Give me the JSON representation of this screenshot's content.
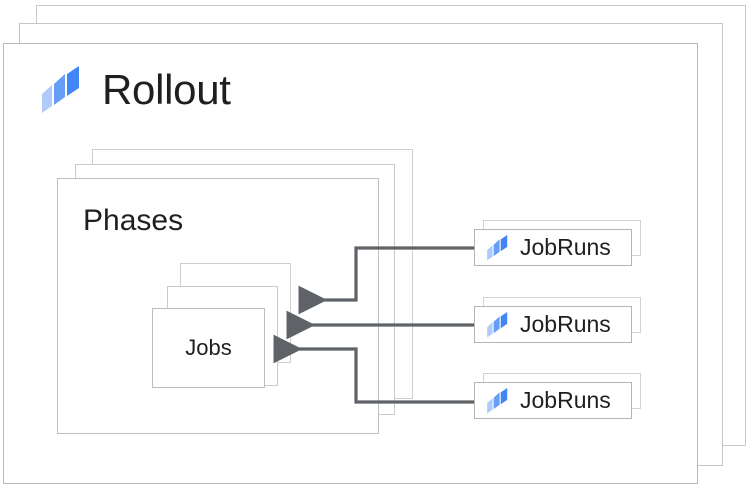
{
  "diagram": {
    "title": "Rollout",
    "title_icon": "rollout-logo-icon",
    "colors": {
      "accent_dark": "#4285f4",
      "accent_mid": "#669df6",
      "accent_light": "#aecbfa",
      "arrow": "#5f6368",
      "card_border": "#bdbdbd",
      "text": "#1f1f1f",
      "background": "#ffffff"
    },
    "outer_stack": {
      "name": "Rollout",
      "count": 3
    },
    "phases": {
      "label": "Phases",
      "count": 3
    },
    "jobs": {
      "label": "Jobs",
      "count": 3
    },
    "jobruns": [
      {
        "label": "JobRuns",
        "icon": "rollout-logo-icon"
      },
      {
        "label": "JobRuns",
        "icon": "rollout-logo-icon"
      },
      {
        "label": "JobRuns",
        "icon": "rollout-logo-icon"
      }
    ],
    "connectors": [
      {
        "from": "jobrun-1",
        "to": "jobs-stack",
        "direction": "left",
        "route": "elbow-up"
      },
      {
        "from": "jobrun-2",
        "to": "jobs-stack",
        "direction": "left",
        "route": "straight"
      },
      {
        "from": "jobrun-3",
        "to": "jobs-stack",
        "direction": "left",
        "route": "elbow-down"
      }
    ]
  }
}
